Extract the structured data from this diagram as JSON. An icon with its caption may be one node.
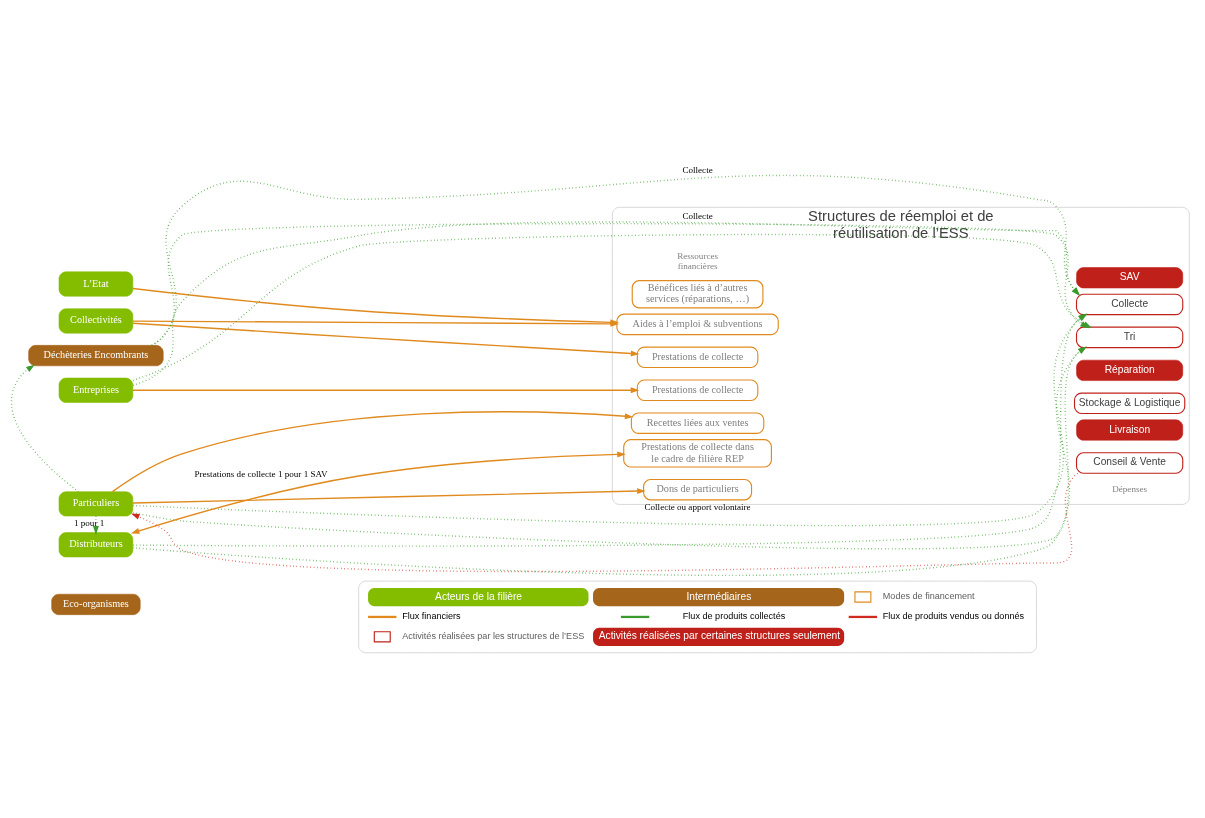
{
  "diagram": {
    "nodes": [
      {
        "text": [
          "Structures de réemploi et de réutilisation de l’ESS"
        ]
      },
      {
        "text": [
          "L’Etat"
        ]
      },
      {
        "text": [
          "Collectivités"
        ]
      },
      {
        "text": [
          "Déchèteries Encombrants"
        ]
      },
      {
        "text": [
          "Entreprises"
        ]
      },
      {
        "text": [
          "Particuliers"
        ]
      },
      {
        "text": [
          "Distributeurs"
        ]
      },
      {
        "text": [
          "Eco-organismes"
        ]
      },
      {
        "text": [
          "Aides à l’emploi & subventions"
        ],
        "in": 0
      },
      {
        "text": [
          "Prestations de collecte"
        ],
        "in": 0
      },
      {
        "text": [
          "Prestations de collecte"
        ],
        "in": 0
      },
      {
        "text": [
          "Recettes liées aux ventes"
        ],
        "in": 0
      },
      {
        "text": [
          "Dons de particuliers"
        ],
        "in": 0
      },
      {
        "text": [
          "Prestations de collecte dans le cadre de filière REP"
        ],
        "in": 0
      },
      {
        "text": [
          "Bénéfices liés à d’autres services (réparations, …)"
        ],
        "in": 0
      },
      {
        "text": [
          "Collecte"
        ],
        "in": 0
      },
      {
        "text": [
          "Tri"
        ],
        "in": 0
      },
      {
        "text": [
          "Réparation"
        ],
        "in": 0
      },
      {
        "text": [
          "Stockage & Logistique"
        ],
        "in": 0
      },
      {
        "text": [
          "Conseil & Vente"
        ],
        "in": 0
      },
      {
        "text": [
          "Livraison"
        ],
        "in": 0
      },
      {
        "text": [
          "SAV"
        ],
        "in": 0
      }
    ],
    "edges": [
      {
        "from": 1,
        "to": 8,
        "arrow": "to",
        "color": "#e08a1e"
      },
      {
        "from": 2,
        "to": 8,
        "arrow": "to",
        "color": "#e08a1e"
      },
      {
        "from": 2,
        "to": 9,
        "arrow": "to",
        "color": "#e08a1e"
      },
      {
        "from": 3,
        "to": 15,
        "arrow": "to",
        "label": "Collecte",
        "style": "dashed",
        "color": "#3a9a2e"
      },
      {
        "from": 3,
        "to": 16,
        "arrow": "to",
        "style": "dashed",
        "color": "#3a9a2e"
      },
      {
        "from": 4,
        "to": 10,
        "arrow": "to",
        "color": "#e08a1e"
      },
      {
        "from": 4,
        "to": 15,
        "arrow": "to",
        "label": "Collecte",
        "style": "dashed",
        "color": "#3a9a2e"
      },
      {
        "from": 4,
        "to": 16,
        "arrow": "to",
        "style": "dashed",
        "color": "#3a9a2e"
      },
      {
        "from": 5,
        "to": 11,
        "arrow": "to",
        "color": "#e08a1e"
      },
      {
        "from": 5,
        "to": 15,
        "arrow": "to",
        "label": "Collecte ou apport volontaire",
        "style": "dashed",
        "color": "#3a9a2e"
      },
      {
        "from": 5,
        "to": 16,
        "arrow": "to",
        "style": "dashed",
        "color": "#3a9a2e"
      },
      {
        "from": 5,
        "to": 3,
        "arrow": "to",
        "style": "dashed",
        "color": "#3a9a2e"
      },
      {
        "from": 19,
        "to": 5,
        "arrow": "to",
        "style": "dashed",
        "color": "#d02a20"
      },
      {
        "from": 5,
        "to": 12,
        "arrow": "to",
        "color": "#e08a1e"
      },
      {
        "from": 5,
        "to": 6,
        "arrow": "to",
        "label": "1 pour 1",
        "style": "dashed",
        "color": "#3a9a2e"
      },
      {
        "from": 6,
        "to": 13,
        "arrow": "both",
        "label": "Prestations de collecte 1 pour 1 SAV",
        "color": "#e08a1e"
      },
      {
        "from": 6,
        "to": 15,
        "arrow": "to",
        "style": "dashed",
        "color": "#3a9a2e"
      },
      {
        "from": 6,
        "to": 16,
        "arrow": "to",
        "style": "dashed",
        "color": "#3a9a2e"
      }
    ],
    "labels": [
      "Ressources financières",
      "Dépenses"
    ],
    "legend": [
      {
        "text": "Acteurs de la filière",
        "color": "#84bc00"
      },
      {
        "text": "Intermédiaires",
        "color": "#a5651a"
      },
      {
        "text": "Modes de financement"
      },
      {
        "text": "Flux financiers"
      },
      {
        "text": "Flux de produits collectés"
      },
      {
        "text": "Flux de produits vendus ou donnés"
      },
      {
        "text": "Activités réalisées par les structures de l’ESS"
      },
      {
        "text": "Activités réalisées par certaines structures seulement",
        "color": "#c0201a"
      }
    ]
  }
}
